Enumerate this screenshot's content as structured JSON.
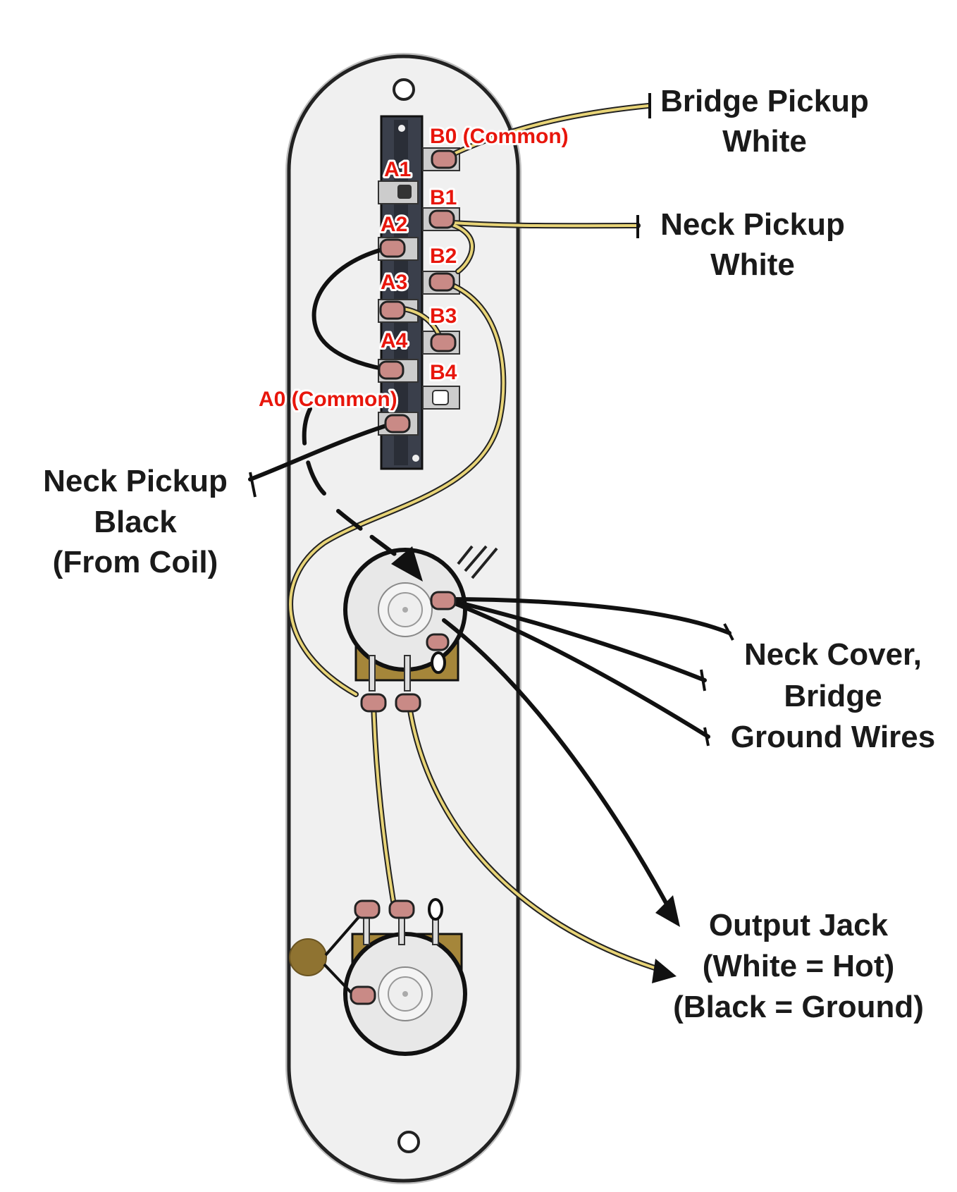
{
  "labels": {
    "bridge_pickup_white": [
      "Bridge Pickup",
      "White"
    ],
    "neck_pickup_white": [
      "Neck Pickup",
      "White"
    ],
    "neck_pickup_black": [
      "Neck Pickup",
      "Black",
      "(From Coil)"
    ],
    "ground_wires": [
      "Neck Cover,",
      "Bridge",
      "Ground Wires"
    ],
    "output_jack": [
      "Output Jack",
      "(White = Hot)",
      "(Black = Ground)"
    ]
  },
  "terminals": {
    "b0": "B0 (Common)",
    "a1": "A1",
    "b1": "B1",
    "a2": "A2",
    "b2": "B2",
    "a3": "A3",
    "b3": "B3",
    "a4": "A4",
    "b4": "B4",
    "a0": "A0 (Common)"
  },
  "colors": {
    "plate": "#f0f0f0",
    "wire_white": "#e8d477",
    "wire_black": "#111111",
    "solder": "#c98a86",
    "terminal_label": "#e8160c",
    "pot_bracket": "#a5863a"
  }
}
